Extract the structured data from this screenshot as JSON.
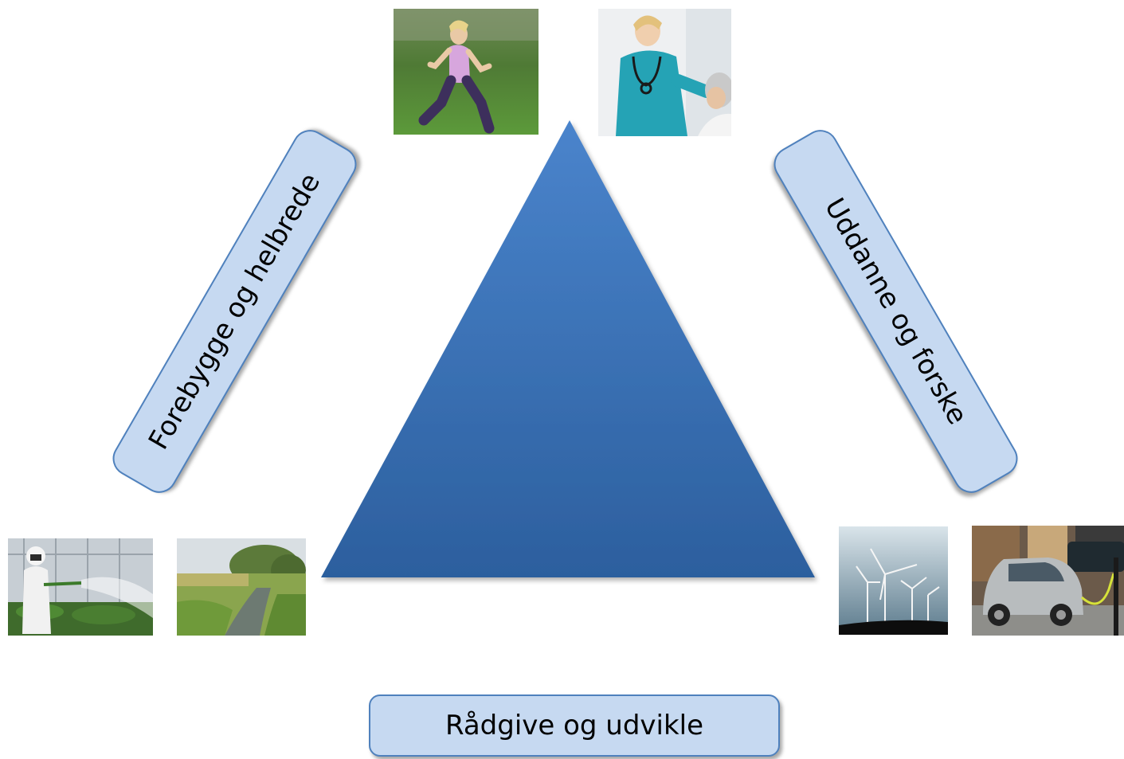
{
  "labels": {
    "left": "Forebygge og helbrede",
    "right": "Uddanne og forske",
    "bottom": "Rådgive og udvikle"
  },
  "colors": {
    "triangle_top": "#4a84cc",
    "triangle_bottom": "#2c5f9e",
    "box_fill": "#c6d9f1",
    "box_border": "#4f81bd"
  },
  "images": {
    "runner": "runner-photo",
    "nurse": "nurse-photo",
    "sprayer": "crop-sprayer-photo",
    "stream": "stream-landscape-photo",
    "windmills": "wind-turbines-photo",
    "ecar": "electric-car-photo"
  }
}
